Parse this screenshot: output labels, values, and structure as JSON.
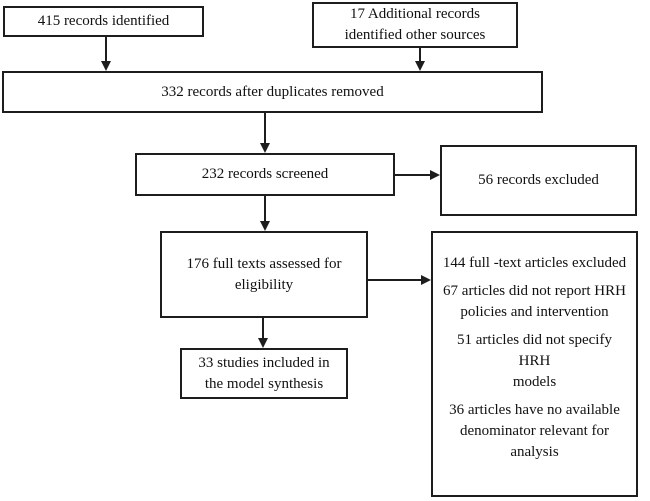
{
  "colors": {
    "border": "#1d1d1d",
    "text": "#111111",
    "background": "#ffffff"
  },
  "boxes": {
    "identified": {
      "lines": [
        "415 records identified"
      ]
    },
    "additional": {
      "lines": [
        "17 Additional records",
        "identified other sources"
      ]
    },
    "deduplicated": {
      "lines": [
        "332 records after duplicates removed"
      ]
    },
    "screened": {
      "lines": [
        "232 records screened"
      ]
    },
    "screen_excluded": {
      "lines": [
        "56 records excluded"
      ]
    },
    "fulltext_assessed": {
      "lines": [
        "176 full texts assessed for",
        "eligibility"
      ]
    },
    "included": {
      "lines": [
        "33 studies included in",
        "the model synthesis"
      ]
    },
    "fulltext_excluded": {
      "paragraphs": [
        {
          "lines": [
            "144 full -text articles excluded"
          ]
        },
        {
          "lines": [
            "67 articles did not report HRH",
            "policies and intervention"
          ]
        },
        {
          "lines": [
            "51 articles did not specify HRH",
            "models"
          ]
        },
        {
          "lines": [
            "36 articles have no available",
            "denominator relevant for",
            "analysis"
          ]
        }
      ]
    }
  }
}
